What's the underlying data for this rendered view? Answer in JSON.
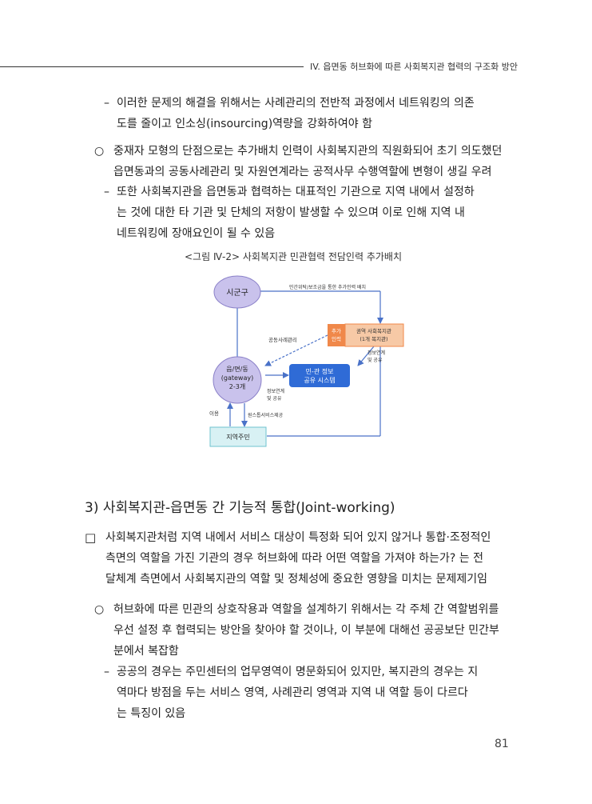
{
  "header": {
    "running_title": "IV. 읍면동 허브화에 따른 사회복지관 협력의 구조화 방안"
  },
  "bullets": {
    "dash": "–",
    "circle": "○",
    "square": "□"
  },
  "block1": {
    "line1": "이러한 문제의 해결을 위해서는 사례관리의 전반적 과정에서 네트워킹의 의존",
    "line2": "도를 줄이고 인소싱(insourcing)역량을 강화하여야 함"
  },
  "block2": {
    "line1": "중재자 모형의 단점으로는 추가배치 인력이 사회복지관의 직원화되어 초기 의도했던",
    "line2": "읍면동과의 공동사례관리 및 자원연계라는 공적사무 수행역할에 변형이 생길 우려"
  },
  "block3": {
    "line1": "또한 사회복지관을 읍면동과 협력하는 대표적인 기관으로 지역 내에서 설정하",
    "line2": "는 것에 대한 타 기관 및 단체의 저항이 발생할 수 있으며 이로 인해 지역 내",
    "line3": "네트워킹에 장애요인이 될 수 있음"
  },
  "figure": {
    "caption": "<그림 Ⅳ-2> 사회복지관 민관협력 전담인력 추가배치",
    "nodes": {
      "sigungu": "시군구",
      "eupmyeondong_l1": "읍/면/동",
      "eupmyeondong_l2": "(gateway)",
      "eupmyeondong_l3": "2-3개",
      "welfare_tag_l1": "추가",
      "welfare_tag_l2": "인력",
      "welfare_l1": "권역 사회복지관",
      "welfare_l2": "(1개 복지관)",
      "system_l1": "민-관 정보",
      "system_l2": "공유 시스템",
      "resident": "지역주민"
    },
    "edges": {
      "top": "민간위탁/보조금을 통한 추가인력 배치",
      "case": "공동사례관리",
      "info_right_l1": "정보연계",
      "info_right_l2": "및 공유",
      "info_mid_l1": "정보연계",
      "info_mid_l2": "및 공유",
      "use": "이용",
      "service": "원스톱서비스제공"
    }
  },
  "section": {
    "title": "3) 사회복지관-읍면동 간 기능적 통합(Joint-working)"
  },
  "block4": {
    "line1": "사회복지관처럼 지역 내에서 서비스 대상이 특정화 되어 있지 않거나 통합·조정적인",
    "line2": "측면의 역할을 가진 기관의 경우 허브화에 따라 어떤 역할을 가져야 하는가? 는 전",
    "line3": "달체계 측면에서 사회복지관의 역할 및 정체성에 중요한 영향을 미치는 문제제기임"
  },
  "block5": {
    "line1": "허브화에 따른 민관의 상호작용과 역할을 설계하기 위해서는 각 주체 간 역할범위를",
    "line2": "우선 설정 후 협력되는 방안을 찾아야 할 것이나, 이 부분에 대해선 공공보단 민간부",
    "line3": "분에서 복잡함"
  },
  "block6": {
    "line1": "공공의 경우는 주민센터의 업무영역이 명문화되어 있지만, 복지관의 경우는 지",
    "line2": "역마다 방점을 두는 서비스 영역, 사례관리 영역과 지역 내 역할 등이 다르다",
    "line3": "는 특징이 있음"
  },
  "page_number": "81",
  "colors": {
    "node_purple": "#c9c2ec",
    "node_purple_border": "#8a80c8",
    "node_orange": "#f0884a",
    "node_orange_light": "#f7c9a6",
    "node_blue": "#2f6bd6",
    "node_cyan": "#d8f1f4",
    "arrow": "#4a72c8"
  }
}
